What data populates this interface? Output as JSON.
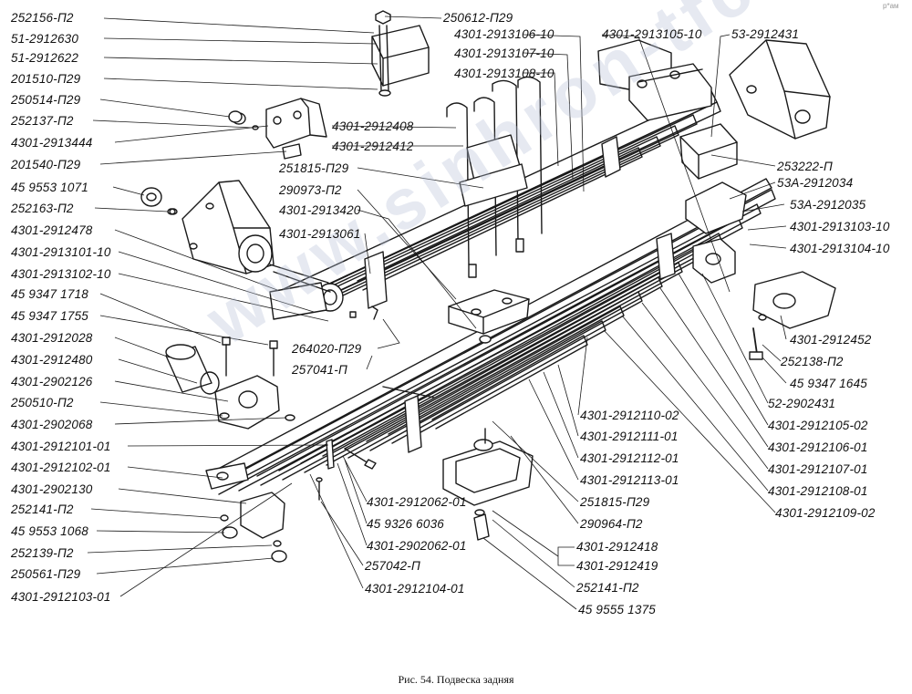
{
  "caption": "Рис. 54. Подвеска задняя",
  "watermark": "www.sinhron-tfc.k",
  "corner_mark": "р*ам",
  "labels": {
    "l01": "252156-П2",
    "l02": "51-2912630",
    "l03": "51-2912622",
    "l04": "201510-П29",
    "l05": "250514-П29",
    "l06": "252137-П2",
    "l07": "4301-2913444",
    "l08": "201540-П29",
    "l09": "45 9553 1071",
    "l10": "252163-П2",
    "l11": "4301-2912478",
    "l12": "4301-2913101-10",
    "l13": "4301-2913102-10",
    "l14": "45 9347 1718",
    "l15": "45 9347 1755",
    "l16": "4301-2912028",
    "l17": "4301-2912480",
    "l18": "4301-2902126",
    "l19": "250510-П2",
    "l20": "4301-2902068",
    "l21": "4301-2912101-01",
    "l22": "4301-2912102-01",
    "l23": "4301-2902130",
    "l24": "252141-П2",
    "l25": "45 9553 1068",
    "l26": "252139-П2",
    "l27": "250561-П29",
    "l28": "4301-2912103-01",
    "t01": "250612-П29",
    "t02": "4301-2913106-10",
    "t03": "4301-2913107-10",
    "t04": "4301-2913108-10",
    "t05": "4301-2913105-10",
    "t06": "53-2912431",
    "m01": "4301-2912408",
    "m02": "4301-2912412",
    "m03": "251815-П29",
    "m04": "290973-П2",
    "m05": "4301-2913420",
    "m06": "4301-2913061",
    "m07": "264020-П29",
    "m08": "257041-П",
    "r01": "253222-П",
    "r02": "53А-2912034",
    "r03": "53А-2912035",
    "r04": "4301-2913103-10",
    "r05": "4301-2913104-10",
    "r06": "4301-2912452",
    "r07": "252138-П2",
    "r08": "45 9347 1645",
    "r09": "52-2902431",
    "r10": "4301-2912105-02",
    "r11": "4301-2912106-01",
    "r12": "4301-2912107-01",
    "r13": "4301-2912108-01",
    "r14": "4301-2912109-02",
    "b01": "4301-2912110-02",
    "b02": "4301-2912111-01",
    "b03": "4301-2912112-01",
    "b04": "4301-2912113-01",
    "b05": "251815-П29",
    "b06": "290964-П2",
    "b07": "4301-2912418",
    "b08": "4301-2912419",
    "b09": "252141-П2",
    "b10": "45 9555 1375",
    "b11": "4301-2912062-01",
    "b12": "45 9326 6036",
    "b13": "4301-2902062-01",
    "b14": "257042-П",
    "b15": "4301-2912104-01"
  }
}
